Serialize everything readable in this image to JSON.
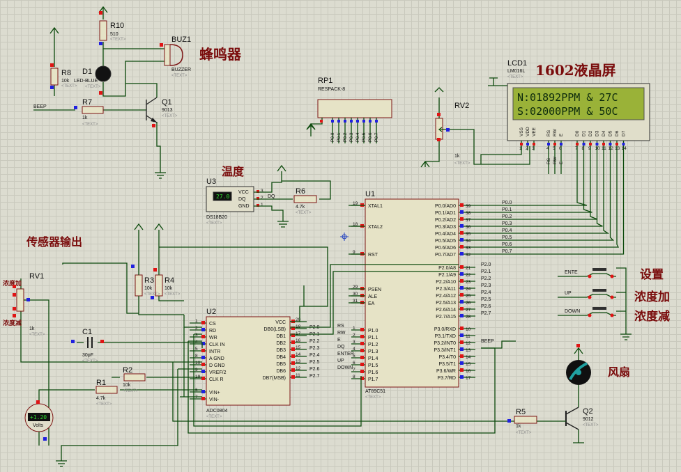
{
  "labels": {
    "buzzer": "蜂鸣器",
    "lcd": "1602液晶屏",
    "temperature": "温度",
    "sensor": "传感器输出",
    "set": "设置",
    "conc_up": "浓度加",
    "conc_down": "浓度减",
    "fan": "风扇",
    "rv1_up": "浓度加",
    "rv1_down": "浓度减"
  },
  "components": {
    "r10": {
      "ref": "R10",
      "value": "510",
      "tpl": "<TEXT>"
    },
    "buz1": {
      "ref": "BUZ1",
      "value": "BUZZER",
      "tpl": "<TEXT>"
    },
    "r8": {
      "ref": "R8",
      "value": "10k",
      "tpl": "<TEXT>"
    },
    "d1": {
      "ref": "D1",
      "value": "LED-BLUE",
      "tpl": "<TEXT>"
    },
    "r7": {
      "ref": "R7",
      "value": "1k",
      "tpl": "<TEXT>"
    },
    "q1": {
      "ref": "Q1",
      "value": "9013",
      "tpl": "<TEXT>"
    },
    "rp1": {
      "ref": "RP1",
      "value": "RESPACK-8",
      "pins": [
        "P0.0",
        "P0.1",
        "P0.2",
        "P0.3",
        "P0.4",
        "P0.5",
        "P0.6",
        "P0.7"
      ]
    },
    "lcd1": {
      "ref": "LCD1",
      "value": "LM016L",
      "tpl": "<TEXT>",
      "line1": "N:01892PPM & 27C",
      "line2": "S:02000PPM & 50C",
      "pins": [
        "VSS",
        "VDD",
        "VEE",
        "RS",
        "RW",
        "E",
        "D0",
        "D1",
        "D2",
        "D3",
        "D4",
        "D5",
        "D6",
        "D7"
      ],
      "pinnums": [
        "1",
        "2",
        "3",
        "4",
        "5",
        "6",
        "7",
        "8",
        "9",
        "10",
        "11",
        "12",
        "13",
        "14"
      ]
    },
    "rv2": {
      "ref": "RV2",
      "value": "1k",
      "tpl": "<TEXT>"
    },
    "u3": {
      "ref": "U3",
      "value": "DS18B20",
      "tpl": "<TEXT>",
      "reading": "27.0",
      "pins": [
        "VCC",
        "DQ",
        "GND"
      ],
      "pinnums": [
        "3",
        "2",
        "1"
      ],
      "net": "DQ"
    },
    "r6": {
      "ref": "R6",
      "value": "4.7k",
      "tpl": "<TEXT>"
    },
    "u1": {
      "ref": "U1",
      "value": "AT89C51",
      "tpl": "<TEXT>",
      "left": [
        {
          "n": "19",
          "l": "XTAL1"
        },
        {
          "n": "18",
          "l": "XTAL2"
        },
        {
          "n": "9",
          "l": "RST"
        },
        {
          "n": "29",
          "l": "PSEN"
        },
        {
          "n": "30",
          "l": "ALE"
        },
        {
          "n": "31",
          "l": "EA"
        },
        {
          "n": "1",
          "l": "P1.0"
        },
        {
          "n": "2",
          "l": "P1.1"
        },
        {
          "n": "3",
          "l": "P1.2"
        },
        {
          "n": "4",
          "l": "P1.3"
        },
        {
          "n": "5",
          "l": "P1.4"
        },
        {
          "n": "6",
          "l": "P1.5"
        },
        {
          "n": "7",
          "l": "P1.6"
        },
        {
          "n": "8",
          "l": "P1.7"
        }
      ],
      "right": [
        {
          "n": "39",
          "l": "P0.0/AD0"
        },
        {
          "n": "38",
          "l": "P0.1/AD1"
        },
        {
          "n": "37",
          "l": "P0.2/AD2"
        },
        {
          "n": "36",
          "l": "P0.3/AD3"
        },
        {
          "n": "35",
          "l": "P0.4/AD4"
        },
        {
          "n": "34",
          "l": "P0.5/AD5"
        },
        {
          "n": "33",
          "l": "P0.6/AD6"
        },
        {
          "n": "32",
          "l": "P0.7/AD7"
        },
        {
          "n": "21",
          "l": "P2.0/A8"
        },
        {
          "n": "22",
          "l": "P2.1/A9"
        },
        {
          "n": "23",
          "l": "P2.2/A10"
        },
        {
          "n": "24",
          "l": "P2.3/A11"
        },
        {
          "n": "25",
          "l": "P2.4/A12"
        },
        {
          "n": "26",
          "l": "P2.5/A13"
        },
        {
          "n": "27",
          "l": "P2.6/A14"
        },
        {
          "n": "28",
          "l": "P2.7/A15"
        },
        {
          "n": "10",
          "l": "P3.0/RXD"
        },
        {
          "n": "11",
          "l": "P3.1/TXD"
        },
        {
          "n": "12",
          "l": "P3.2/INT0"
        },
        {
          "n": "13",
          "l": "P3.3/INT1"
        },
        {
          "n": "14",
          "l": "P3.4/T0"
        },
        {
          "n": "15",
          "l": "P3.5/T1"
        },
        {
          "n": "16",
          "l": "P3.6/WR"
        },
        {
          "n": "17",
          "l": "P3.7/RD"
        }
      ],
      "p1nets": [
        "RS",
        "RW",
        "E",
        "DQ",
        "ENTER",
        "UP",
        "DOWN"
      ],
      "p0nets": [
        "P0.0",
        "P0.1",
        "P0.2",
        "P0.3",
        "P0.4",
        "P0.5",
        "P0.6",
        "P0.7"
      ],
      "p2nets": [
        "P2.0",
        "P2.1",
        "P2.2",
        "P2.3",
        "P2.4",
        "P2.5",
        "P2.6",
        "P2.7"
      ],
      "p3net": "BEEP"
    },
    "u2": {
      "ref": "U2",
      "value": "ADC0804",
      "tpl": "<TEXT>",
      "left": [
        {
          "n": "1",
          "l": "CS"
        },
        {
          "n": "2",
          "l": "RD"
        },
        {
          "n": "3",
          "l": "WR"
        },
        {
          "n": "4",
          "l": "CLK IN"
        },
        {
          "n": "5",
          "l": "INTR"
        },
        {
          "n": "8",
          "l": "A GND"
        },
        {
          "n": "10",
          "l": "D GND"
        },
        {
          "n": "9",
          "l": "VREF/2"
        },
        {
          "n": "19",
          "l": "CLK R"
        },
        {
          "n": "6",
          "l": "VIN+"
        },
        {
          "n": "7",
          "l": "VIN-"
        }
      ],
      "right": [
        {
          "n": "20",
          "l": "VCC"
        },
        {
          "n": "18",
          "l": "DB0(LSB)"
        },
        {
          "n": "17",
          "l": "DB1"
        },
        {
          "n": "16",
          "l": "DB2"
        },
        {
          "n": "15",
          "l": "DB3"
        },
        {
          "n": "14",
          "l": "DB4"
        },
        {
          "n": "13",
          "l": "DB5"
        },
        {
          "n": "12",
          "l": "DB6"
        },
        {
          "n": "11",
          "l": "DB7(MSB)"
        }
      ],
      "nets": [
        "P2.0",
        "P2.1",
        "P2.2",
        "P2.3",
        "P2.4",
        "P2.5",
        "P2.6",
        "P2.7"
      ]
    },
    "r3": {
      "ref": "R3",
      "value": "10k",
      "tpl": "<TEXT>"
    },
    "r4": {
      "ref": "R4",
      "value": "10k",
      "tpl": "<TEXT>"
    },
    "rv1": {
      "ref": "RV1",
      "value": "1k",
      "tpl": "<TEXT>"
    },
    "c1": {
      "ref": "C1",
      "value": "30pF",
      "tpl": "<TEXT>"
    },
    "r2": {
      "ref": "R2",
      "value": "10k",
      "tpl": "<TEXT>"
    },
    "r1": {
      "ref": "R1",
      "value": "4.7k",
      "tpl": "<TEXT>"
    },
    "meter": {
      "reading": "+1.20",
      "unit": "Volts"
    },
    "r5": {
      "ref": "R5",
      "value": "1k",
      "tpl": "<TEXT>"
    },
    "q2": {
      "ref": "Q2",
      "value": "9012",
      "tpl": "<TEXT>"
    },
    "buttons": {
      "enter": "ENTE",
      "up": "UP",
      "down": "DOWN"
    },
    "nets": {
      "beep_left": "BEEP",
      "beep_right": "BEEP"
    }
  }
}
